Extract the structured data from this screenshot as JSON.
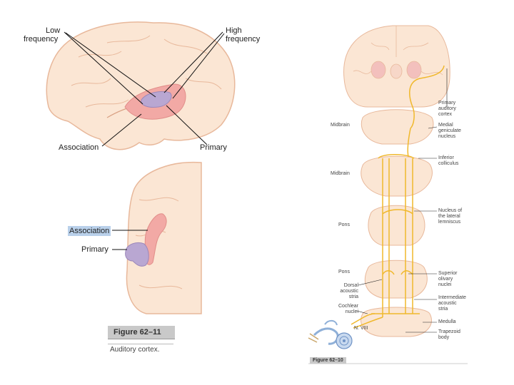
{
  "left_top": {
    "low_freq": [
      "Low",
      "frequency"
    ],
    "high_freq": [
      "High",
      "frequency"
    ],
    "association": "Association",
    "primary": "Primary"
  },
  "left_bottom": {
    "association": "Association",
    "primary": "Primary"
  },
  "figure_left": {
    "label": "Figure 62–11",
    "caption": "Auditory cortex."
  },
  "right": {
    "left_labels": {
      "midbrain_1": "Midbrain",
      "midbrain_2": "Midbrain",
      "pons_1": "Pons",
      "pons_2": "Pons",
      "dorsal_acoustic_stria": [
        "Dorsal",
        "acoustic",
        "stria"
      ],
      "cochlear_nuclei": [
        "Cochlear",
        "nuclei"
      ],
      "n_viii": "N. VIII"
    },
    "right_labels": {
      "primary_auditory_cortex": [
        "Primary",
        "auditory",
        "cortex"
      ],
      "medial_geniculate_nucleus": [
        "Medial",
        "geniculate",
        "nucleus"
      ],
      "inferior_colliculus": [
        "Inferior",
        "colliculus"
      ],
      "nucleus_lateral_lemniscus": [
        "Nucleus of",
        "the lateral",
        "lemniscus"
      ],
      "superior_olivary_nuclei": [
        "Superior",
        "olivary",
        "nuclei"
      ],
      "intermediate_acoustic_stria": [
        "Intermediate",
        "acoustic",
        "stria"
      ],
      "medulla": "Medulla",
      "trapezoid_body": [
        "Trapezoid",
        "body"
      ]
    },
    "figure_label": "Figure 62–10"
  },
  "colors": {
    "brain": "#fbe6d4",
    "brain_stroke": "#e8b89b",
    "primary": "#b9a7d2",
    "association": "#f2a9a5",
    "pathway": "#f0b82c"
  }
}
